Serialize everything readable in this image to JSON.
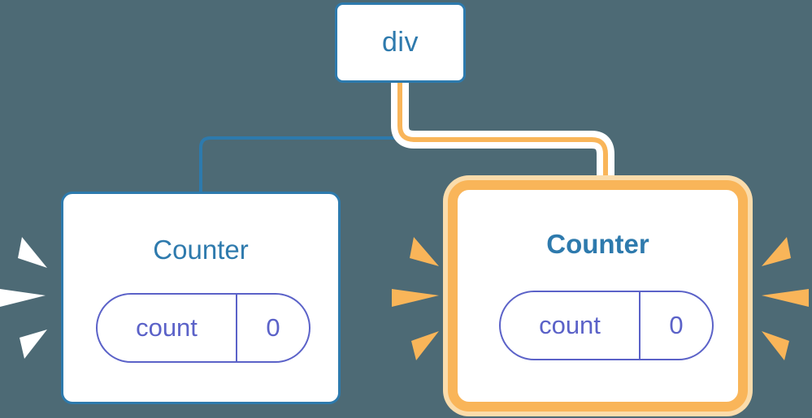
{
  "diagram": {
    "type": "component-tree",
    "background_color": "#4d6a75",
    "description": "React component tree: a div parent with two Counter children; the right Counter is highlighted as re-rendering"
  },
  "parent_node": {
    "label": "div",
    "border_color": "#2d7aad",
    "text_color": "#2e7aad"
  },
  "children": [
    {
      "title": "Counter",
      "highlighted": false,
      "border_color": "#2d7aad",
      "title_color": "#2e7aad",
      "title_weight": "regular",
      "state": {
        "key": "count",
        "value": "0",
        "color": "#5b62c8"
      },
      "edge_color": "#2d7aad",
      "sparkle_color": "#ffffff"
    },
    {
      "title": "Counter",
      "highlighted": true,
      "border_color": "#f9b559",
      "glow_color": "#fbdcab",
      "title_color": "#2e7aad",
      "title_weight": "bold",
      "state": {
        "key": "count",
        "value": "0",
        "color": "#5b62c8"
      },
      "edge_color": "#f9b559",
      "sparkle_color": "#f9b559"
    }
  ],
  "edges": [
    {
      "name": "div-to-left-counter",
      "color": "#2d7aad",
      "highlighted": false
    },
    {
      "name": "div-to-right-counter",
      "color": "#f9b559",
      "highlighted": true,
      "halo_color": "#ffffff"
    }
  ],
  "sparkles": [
    {
      "group": "left-counter-left-side",
      "color": "#ffffff",
      "count": 3
    },
    {
      "group": "left-counter-right-side",
      "color": "#f9b559",
      "count": 3
    },
    {
      "group": "right-counter-right-side",
      "color": "#f9b559",
      "count": 3
    }
  ]
}
